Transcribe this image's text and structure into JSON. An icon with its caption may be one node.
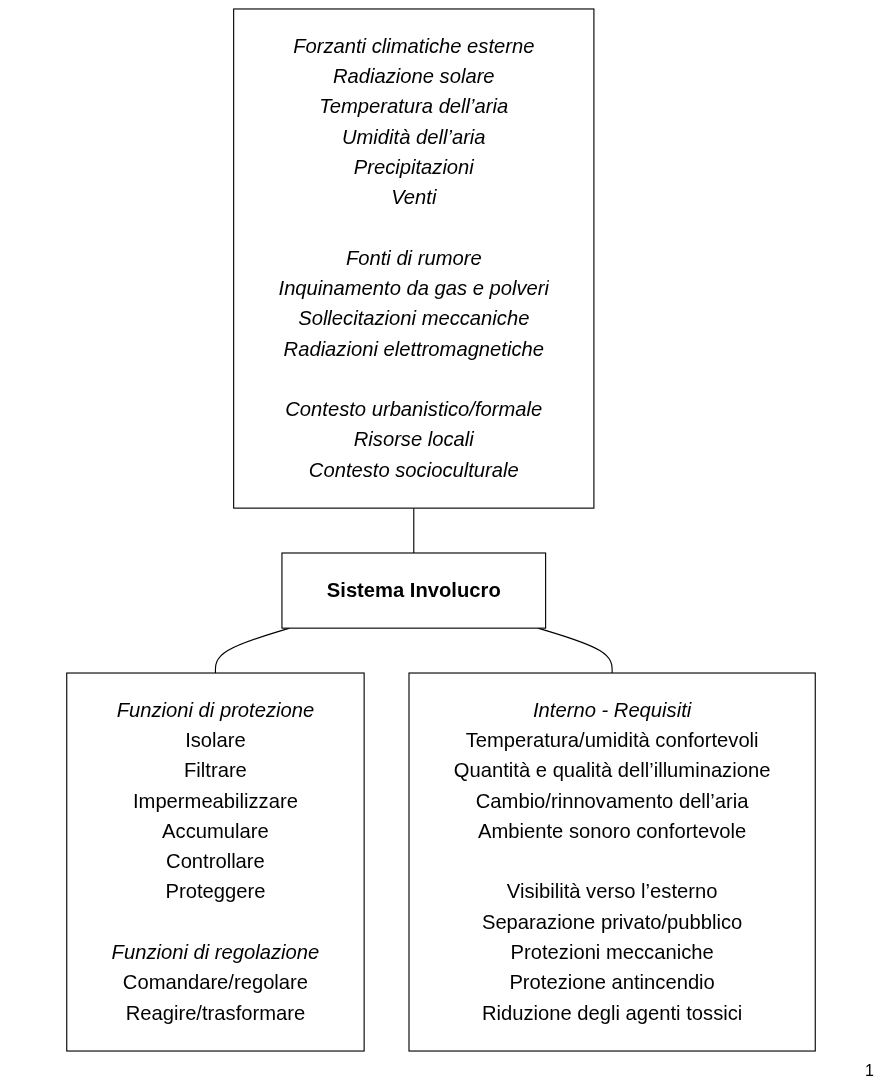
{
  "diagram": {
    "nodes": [
      {
        "text": [
          "Forzanti climatiche esterne",
          "Radiazione solare",
          "Temperatura dell’aria",
          "Umidità dell’aria",
          "Precipitazioni",
          "Venti",
          "Fonti di rumore",
          "Inquinamento da gas e polveri",
          "Sollecitazioni meccaniche",
          "Radiazioni elettromagnetiche",
          "Contesto urbanistico/formale",
          "Risorse locali",
          "Contesto socioculturale"
        ]
      },
      {
        "text": [
          "Sistema Involucro"
        ]
      },
      {
        "text": [
          "Funzioni di protezione",
          "Isolare",
          "Filtrare",
          "Impermeabilizzare",
          "Accumulare",
          "Controllare",
          "Proteggere",
          "Funzioni di regolazione",
          "Comandare/regolare",
          "Reagire/trasformare"
        ]
      },
      {
        "text": [
          "Interno - Requisiti",
          "Temperatura/umidità confortevoli",
          "Quantità e qualità dell’illuminazione",
          "Cambio/rinnovamento dell’aria",
          "Ambiente sonoro confortevole",
          "Visibilità verso l’esterno",
          "Separazione privato/pubblico",
          "Protezioni meccaniche",
          "Protezione antincendio",
          "Riduzione degli agenti tossici"
        ]
      }
    ],
    "edges": [
      {
        "from": 0,
        "to": 1,
        "arrow": "none"
      },
      {
        "from": 1,
        "to": 2,
        "arrow": "none"
      },
      {
        "from": 1,
        "to": 3,
        "arrow": "none"
      }
    ],
    "labels": [
      "1"
    ]
  }
}
